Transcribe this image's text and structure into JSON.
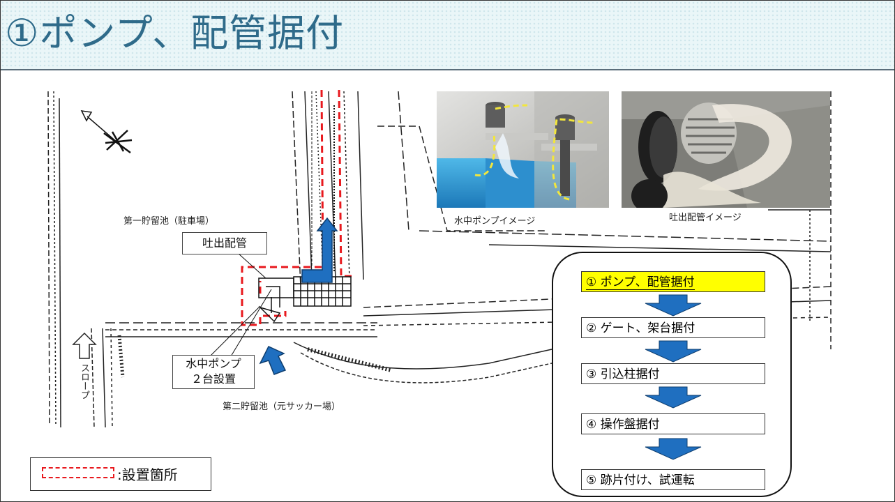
{
  "header": {
    "title": "①ポンプ、配管据付"
  },
  "map": {
    "label_pond1": "第一貯留池（駐車場）",
    "label_pond2": "第二貯留池（元サッカー場）",
    "callout_discharge": "吐出配管",
    "callout_pump_line1": "水中ポンプ",
    "callout_pump_line2": "２台設置",
    "slope_label": "スロープ"
  },
  "photos": {
    "pump_caption": "水中ポンプイメージ",
    "pipe_caption": "吐出配管イメージ"
  },
  "flow": {
    "steps": [
      {
        "label": "① ポンプ、配管据付"
      },
      {
        "label": "② ゲート、架台据付"
      },
      {
        "label": "③ 引込柱据付"
      },
      {
        "label": "④ 操作盤据付"
      },
      {
        "label": "⑤ 跡片付け、試運転"
      }
    ]
  },
  "legend": {
    "label": ":設置箇所"
  },
  "colors": {
    "title": "#2f6b8a",
    "dashed_marker": "#e8191e",
    "arrow_blue": "#1f6fc0",
    "active_step": "#ffff00"
  }
}
